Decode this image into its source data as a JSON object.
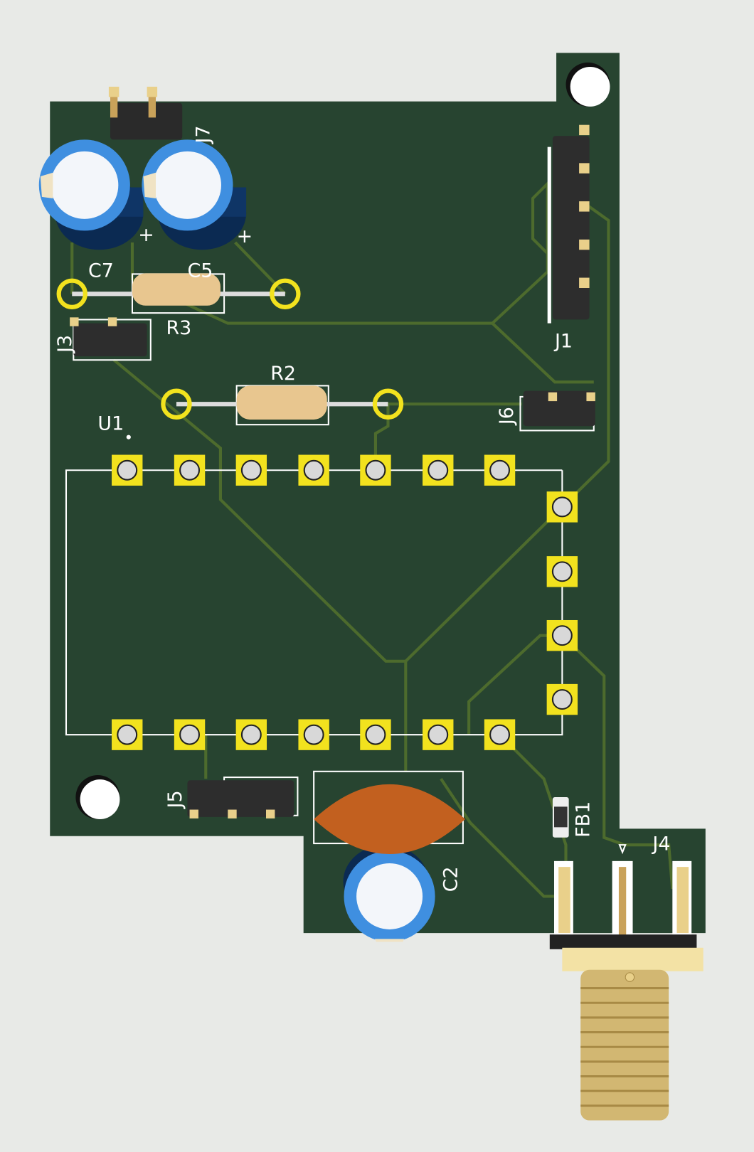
{
  "colors": {
    "background": "#e8eae7",
    "board": "#274430",
    "pad": "#f2e21e",
    "trace": "#4d6b2d",
    "cap_blue": "#3f8fe0"
  },
  "labels": {
    "j7": "J7",
    "c7": "C7",
    "c5": "C5",
    "r3": "R3",
    "j3": "J3",
    "r2": "R2",
    "u1": "U1",
    "j1": "J1",
    "j6": "J6",
    "j5": "J5",
    "c2": "C2",
    "fb1": "FB1",
    "j4": "J4",
    "plus": "+"
  }
}
